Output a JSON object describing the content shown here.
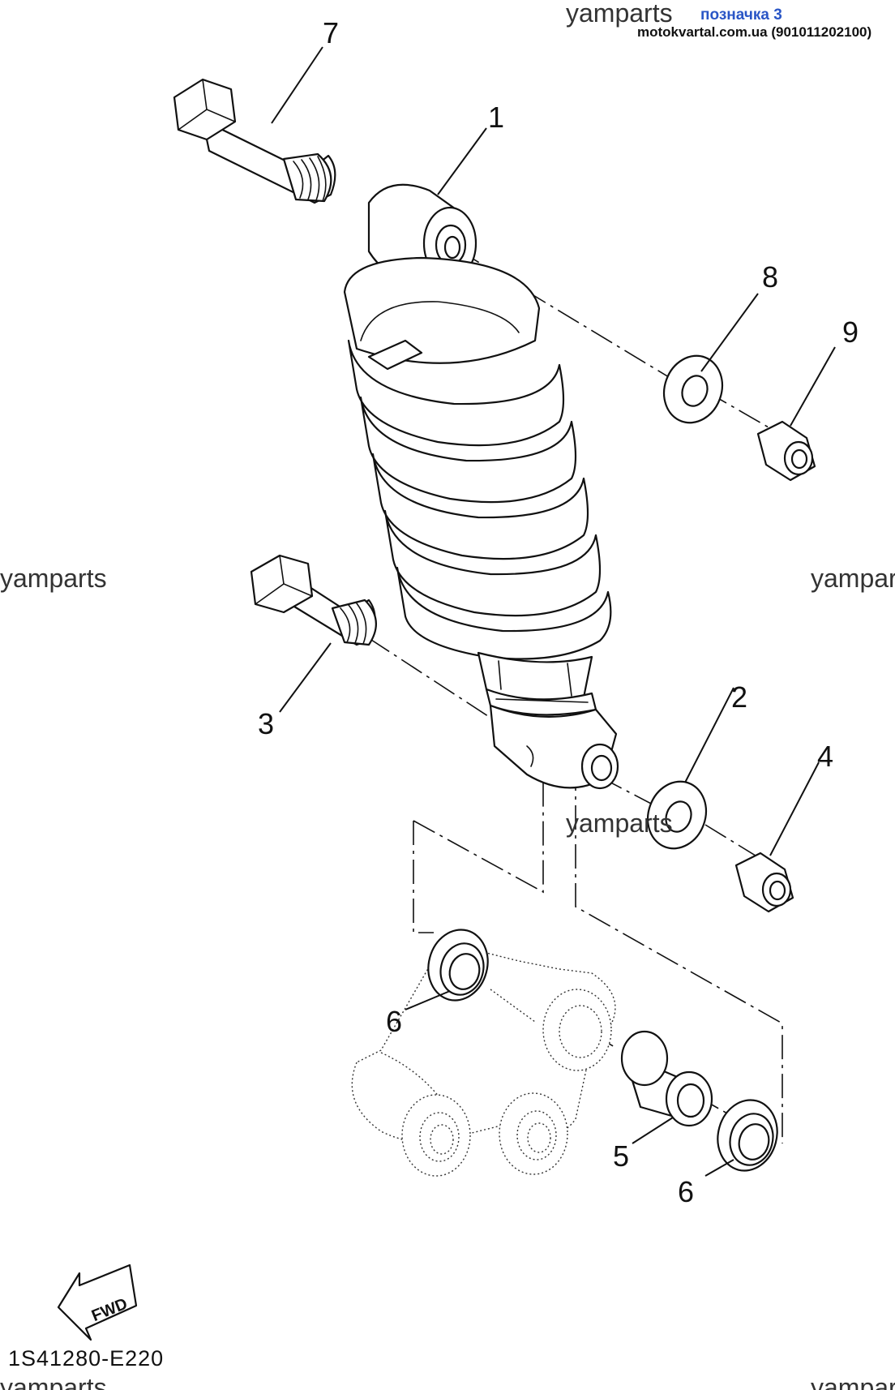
{
  "watermark": "yamparts",
  "header": {
    "tag_label": "позначка 3",
    "source": "motokvartal.com.ua (901011202100)"
  },
  "diagram": {
    "callouts": [
      "1",
      "2",
      "3",
      "4",
      "5",
      "6",
      "6",
      "7",
      "8",
      "9"
    ],
    "fwd_label": "FWD",
    "figure_code": "1S41280-E220"
  }
}
